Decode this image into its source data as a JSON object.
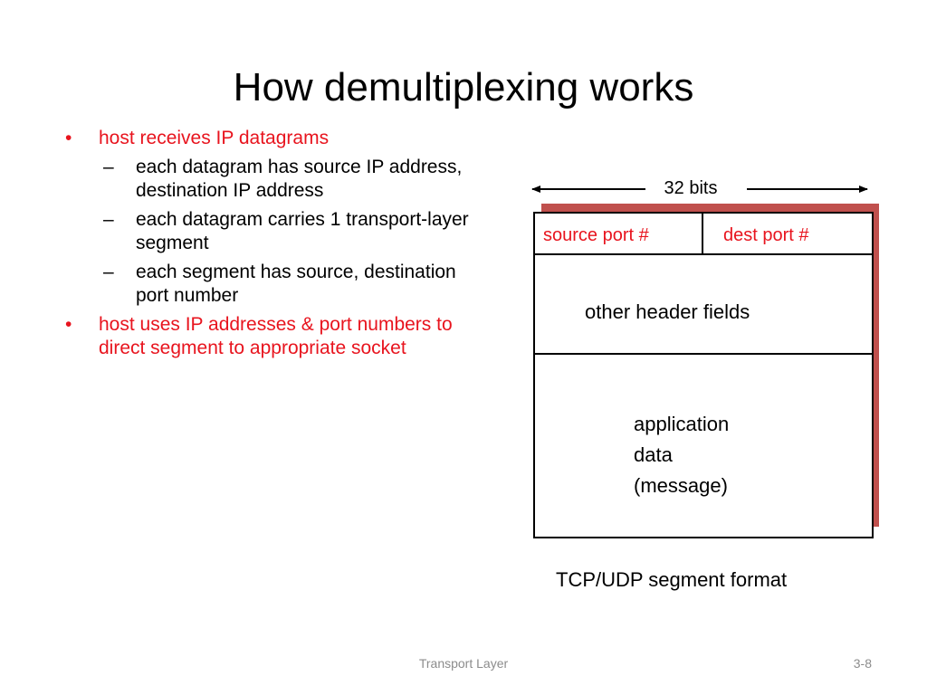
{
  "slide": {
    "title": "How demultiplexing works"
  },
  "bullets": [
    {
      "marker": "•",
      "text": "host receives IP datagrams",
      "subs": [
        {
          "marker": "–",
          "text": "each datagram has source IP address, destination IP address"
        },
        {
          "marker": "–",
          "text": "each datagram carries 1 transport-layer segment"
        },
        {
          "marker": "–",
          "text": "each segment has source, destination port number"
        }
      ]
    },
    {
      "marker": "•",
      "text": "host uses IP addresses & port numbers to direct segment to appropriate socket"
    }
  ],
  "diagram": {
    "width_label": "32 bits",
    "source_port": "source port #",
    "dest_port": "dest port #",
    "header_fields": "other header fields",
    "app_data_line1": "application",
    "app_data_line2": "data",
    "app_data_line3": "(message)",
    "caption": "TCP/UDP segment format"
  },
  "footer": {
    "center": "Transport Layer",
    "page": "3-8"
  },
  "colors": {
    "accent_red": "#e8141e",
    "shadow": "#c0504d",
    "footer_gray": "#8c8c8c"
  }
}
